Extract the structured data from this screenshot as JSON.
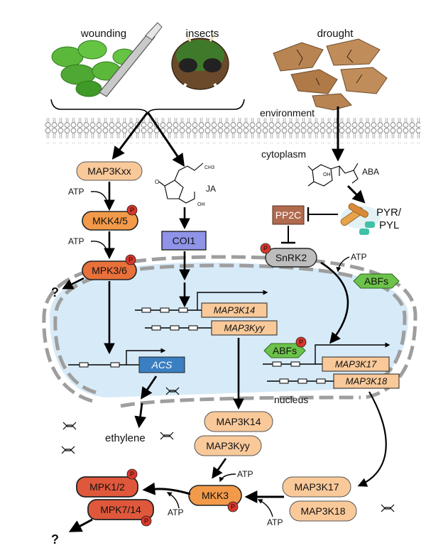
{
  "stimuli": {
    "wounding": "wounding",
    "insects": "insects",
    "drought": "drought"
  },
  "compartments": {
    "environment": "environment",
    "cytoplasm": "cytoplasm",
    "nucleus": "nucleus"
  },
  "wound_pathway": {
    "map3kxx": "MAP3Kxx",
    "mkk45": "MKK4/5",
    "mpk36": "MPK3/6",
    "atp": "ATP",
    "question": "?",
    "acs": "ACS",
    "ethylene": "ethylene"
  },
  "ja_pathway": {
    "ja": "JA",
    "ch3": "CH3",
    "oh": "OH",
    "o": "O",
    "coi1": "COI1",
    "map3k14_gene": "MAP3K14",
    "map3kyy_gene": "MAP3Kyy",
    "map3k14": "MAP3K14",
    "map3kyy": "MAP3Kyy"
  },
  "aba_pathway": {
    "aba": "ABA",
    "oh": "OH",
    "pyr": "PYR/",
    "pyl": "PYL",
    "pp2c": "PP2C",
    "snrk2": "SnRK2",
    "atp": "ATP",
    "abfs_cyto": "ABFs",
    "abfs_nuc": "ABFs",
    "map3k17_gene": "MAP3K17",
    "map3k18_gene": "MAP3K18",
    "map3k17": "MAP3K17",
    "map3k18": "MAP3K18"
  },
  "downstream": {
    "mkk3": "MKK3",
    "mpk12": "MPK1/2",
    "mpk714": "MPK7/14",
    "atp": "ATP",
    "question": "?"
  },
  "phospho": "P",
  "colors": {
    "light_orange": "#f9c99a",
    "mid_orange": "#f39a4a",
    "dark_orange": "#e8703a",
    "red_orange": "#e0583c",
    "phospho_red": "#d9362b",
    "coi1_purple": "#8f94e8",
    "acs_blue": "#3a7fc1",
    "abf_green": "#6cc24a",
    "pp2c_brown": "#b06a4d",
    "snrk2_gray": "#bdbdbd",
    "nucleus_fill": "#d7eaf8",
    "membrane": "#9a9a9a"
  }
}
